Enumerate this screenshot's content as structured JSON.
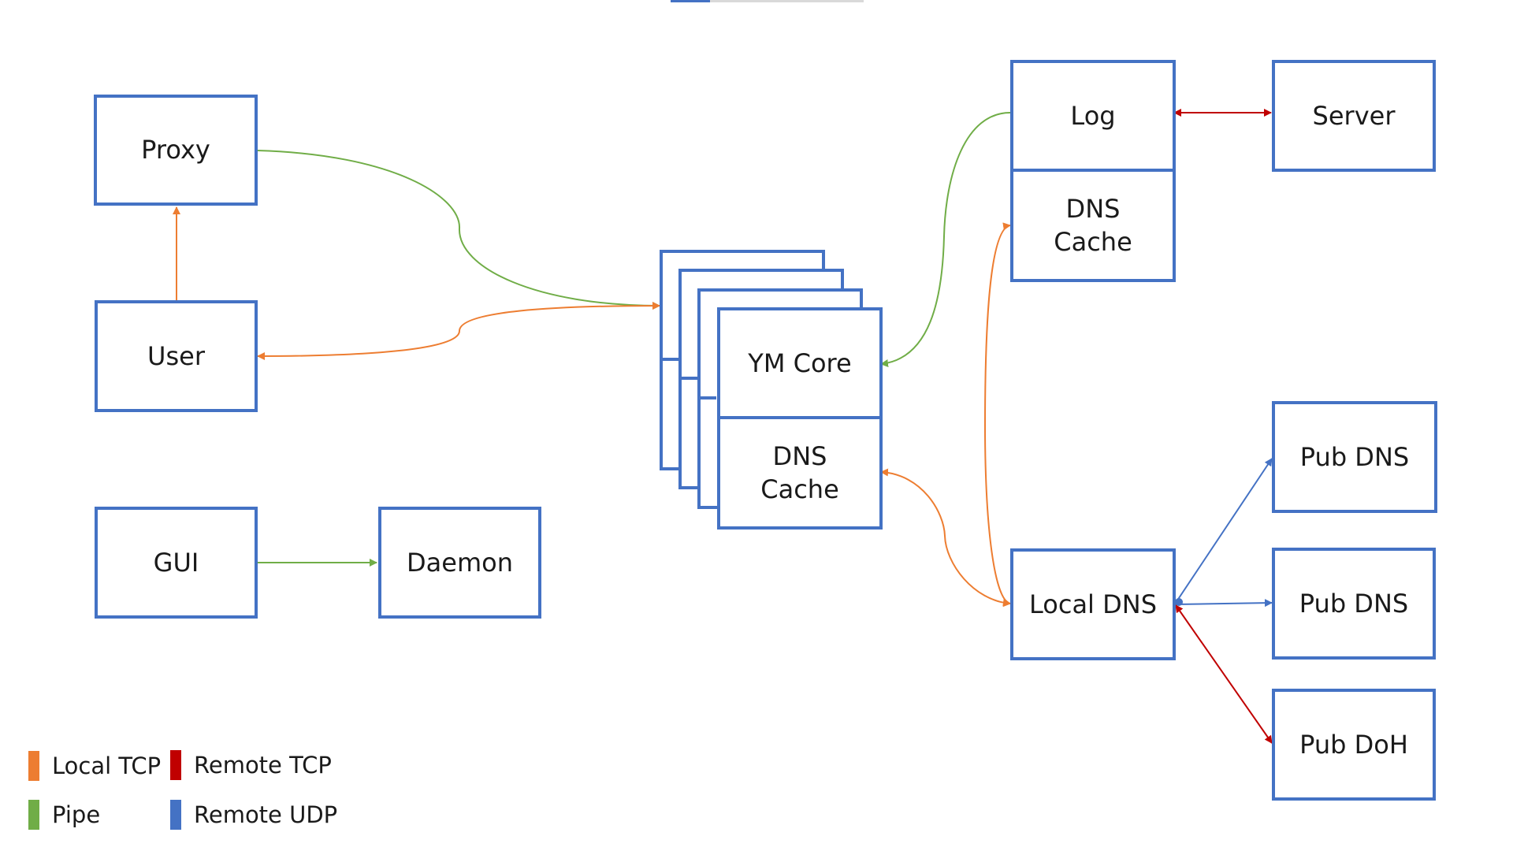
{
  "nodes": {
    "proxy": "Proxy",
    "user": "User",
    "gui": "GUI",
    "daemon": "Daemon",
    "ym_core": "YM Core",
    "core_dns_cache": "DNS\nCache",
    "log": "Log",
    "log_dns_cache": "DNS\nCache",
    "server": "Server",
    "local_dns": "Local DNS",
    "pub_dns_1": "Pub DNS",
    "pub_dns_2": "Pub DNS",
    "pub_doh": "Pub DoH"
  },
  "legend": [
    {
      "label": "Local TCP",
      "color": "#ed7d31"
    },
    {
      "label": "Remote TCP",
      "color": "#c00000"
    },
    {
      "label": "Pipe",
      "color": "#70ad47"
    },
    {
      "label": "Remote UDP",
      "color": "#4472c4"
    }
  ],
  "colors": {
    "box_border": "#4472c4",
    "local_tcp": "#ed7d31",
    "remote_tcp": "#c00000",
    "pipe": "#70ad47",
    "remote_udp": "#4472c4"
  }
}
